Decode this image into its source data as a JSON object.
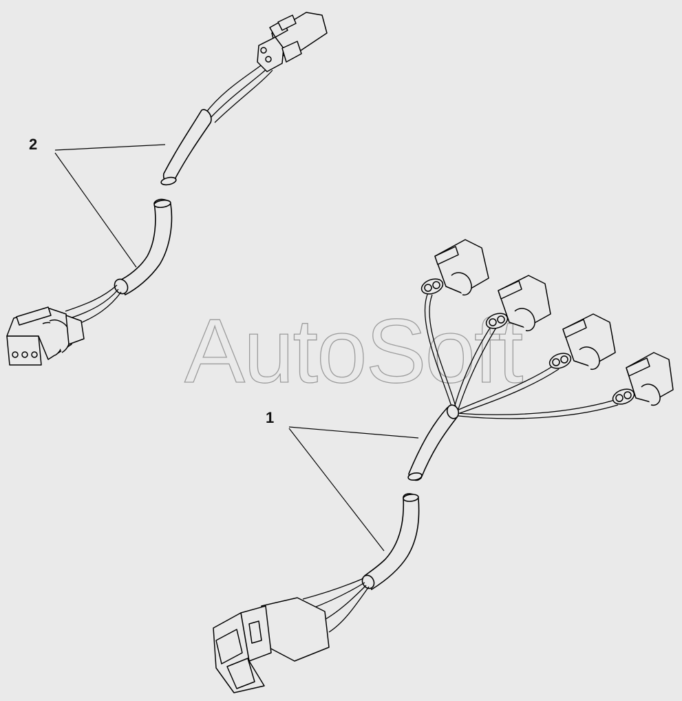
{
  "diagram": {
    "watermark": "AutoSoft",
    "callouts": [
      {
        "id": "1",
        "label": "1"
      },
      {
        "id": "2",
        "label": "2"
      }
    ]
  }
}
